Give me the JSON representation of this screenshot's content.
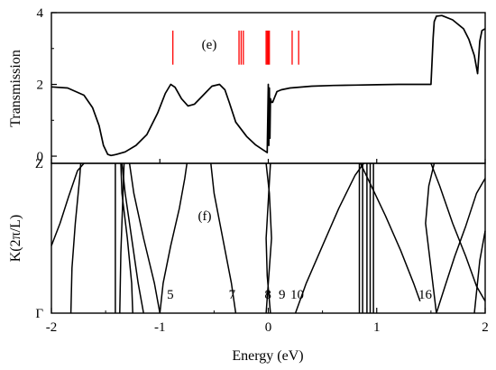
{
  "chart_data": [
    {
      "type": "line",
      "panel_label": "(e)",
      "xlim": [
        -2,
        2
      ],
      "ylim": [
        -0.2,
        4
      ],
      "ylabel": "Transmission",
      "yticks": [
        "0",
        "2",
        "4"
      ],
      "grid": false,
      "series": [
        {
          "color": "#000000",
          "x": [
            -2.0,
            -1.85,
            -1.7,
            -1.62,
            -1.56,
            -1.52,
            -1.48,
            -1.45,
            -1.4,
            -1.32,
            -1.22,
            -1.12,
            -1.02,
            -0.95,
            -0.9,
            -0.86,
            -0.8,
            -0.74,
            -0.68,
            -0.6,
            -0.52,
            -0.45,
            -0.4,
            -0.36,
            -0.3,
            -0.2,
            -0.12,
            -0.05,
            -0.01,
            0.0,
            0.005,
            0.01,
            0.015,
            0.02,
            0.03,
            0.04,
            0.06,
            0.08,
            0.12,
            0.2,
            0.4,
            0.6,
            0.8,
            1.0,
            1.2,
            1.4,
            1.5,
            1.52,
            1.53,
            1.55,
            1.6,
            1.7,
            1.8,
            1.85,
            1.9,
            1.93,
            1.95,
            1.97,
            2.0
          ],
          "y": [
            1.93,
            1.9,
            1.7,
            1.35,
            0.85,
            0.3,
            0.05,
            0.02,
            0.05,
            0.12,
            0.3,
            0.6,
            1.2,
            1.75,
            2.0,
            1.92,
            1.6,
            1.4,
            1.45,
            1.7,
            1.95,
            2.0,
            1.85,
            1.5,
            0.95,
            0.55,
            0.32,
            0.18,
            0.1,
            2.0,
            0.3,
            1.9,
            0.5,
            1.6,
            1.5,
            1.5,
            1.65,
            1.8,
            1.85,
            1.9,
            1.95,
            1.97,
            1.98,
            1.99,
            2.0,
            2.0,
            2.0,
            3.3,
            3.75,
            3.9,
            3.92,
            3.8,
            3.55,
            3.25,
            2.8,
            2.3,
            3.2,
            3.5,
            3.55
          ]
        }
      ],
      "markers": {
        "color": "#ff0000",
        "x": [
          -0.88,
          -0.27,
          -0.25,
          -0.23,
          -0.02,
          -0.01,
          0.0,
          0.01,
          0.22,
          0.28
        ],
        "y_range": [
          2.55,
          3.5
        ]
      }
    },
    {
      "type": "line",
      "panel_label": "(f)",
      "xlim": [
        -2,
        2
      ],
      "xlabel": "Energy (eV)",
      "ylabel": "K(2π/L)",
      "xticks": [
        "-2",
        "-1",
        "0",
        "1",
        "2"
      ],
      "yticks": [
        "Γ",
        "Z"
      ],
      "grid": false,
      "band_labels": [
        {
          "text": "5",
          "x": -0.97
        },
        {
          "text": "7",
          "x": -0.4
        },
        {
          "text": "8",
          "x": -0.07
        },
        {
          "text": "9",
          "x": 0.06
        },
        {
          "text": "10",
          "x": 0.2
        },
        {
          "text": "16",
          "x": 1.38
        }
      ],
      "series": [
        {
          "x": [
            -1.82,
            -1.81,
            -1.78,
            -1.74,
            -1.73
          ],
          "k": [
            0,
            0.3,
            0.6,
            0.9,
            1.0
          ]
        },
        {
          "x": [
            -2.0,
            -1.92,
            -1.84,
            -1.76,
            -1.7
          ],
          "k": [
            0.45,
            0.6,
            0.78,
            0.95,
            1.0
          ]
        },
        {
          "x": [
            -1.41,
            -1.41
          ],
          "k": [
            0,
            1
          ]
        },
        {
          "x": [
            -1.37,
            -1.36,
            -1.34,
            -1.33
          ],
          "k": [
            0,
            0.4,
            0.8,
            1.0
          ]
        },
        {
          "x": [
            -1.35,
            -1.32,
            -1.26,
            -1.2,
            -1.15
          ],
          "k": [
            1.0,
            0.8,
            0.5,
            0.2,
            0
          ]
        },
        {
          "x": [
            -1.25,
            -1.26,
            -1.3,
            -1.35,
            -1.36
          ],
          "k": [
            0,
            0.2,
            0.5,
            0.8,
            1.0
          ]
        },
        {
          "x": [
            -1.0,
            -0.97,
            -0.9,
            -0.82,
            -0.77,
            -0.75
          ],
          "k": [
            0,
            0.2,
            0.45,
            0.7,
            0.9,
            1.0
          ]
        },
        {
          "x": [
            -1.0,
            -1.05,
            -1.15,
            -1.24,
            -1.28
          ],
          "k": [
            0,
            0.2,
            0.5,
            0.8,
            1.0
          ]
        },
        {
          "x": [
            -0.53,
            -0.5,
            -0.42,
            -0.34,
            -0.3
          ],
          "k": [
            1.0,
            0.8,
            0.5,
            0.2,
            0
          ]
        },
        {
          "x": [
            -0.02,
            0.01,
            0.03,
            0.01,
            -0.02
          ],
          "k": [
            0,
            0.3,
            0.5,
            0.8,
            1.0
          ]
        },
        {
          "x": [
            0.02,
            -0.01,
            -0.02,
            0.0,
            0.02
          ],
          "k": [
            0,
            0.25,
            0.5,
            0.75,
            1.0
          ]
        },
        {
          "x": [
            0.25,
            0.35,
            0.5,
            0.65,
            0.8,
            0.88
          ],
          "k": [
            0,
            0.2,
            0.45,
            0.7,
            0.92,
            1.0
          ]
        },
        {
          "x": [
            0.84,
            0.84
          ],
          "k": [
            0,
            1
          ]
        },
        {
          "x": [
            0.87,
            0.87
          ],
          "k": [
            0,
            1
          ]
        },
        {
          "x": [
            0.91,
            0.91
          ],
          "k": [
            0,
            1
          ]
        },
        {
          "x": [
            0.94,
            0.94
          ],
          "k": [
            0,
            1
          ]
        },
        {
          "x": [
            0.97,
            0.97
          ],
          "k": [
            0,
            1
          ]
        },
        {
          "x": [
            0.85,
            0.95,
            1.08,
            1.22,
            1.34,
            1.4
          ],
          "k": [
            1.0,
            0.85,
            0.65,
            0.42,
            0.2,
            0.08
          ]
        },
        {
          "x": [
            1.55,
            1.5,
            1.45,
            1.48,
            1.53
          ],
          "k": [
            0,
            0.3,
            0.6,
            0.85,
            1.0
          ]
        },
        {
          "x": [
            1.55,
            1.63,
            1.72,
            1.82,
            1.92,
            2.0
          ],
          "k": [
            0,
            0.18,
            0.38,
            0.58,
            0.8,
            0.9
          ]
        },
        {
          "x": [
            1.5,
            1.58,
            1.7,
            1.82,
            1.92,
            2.0
          ],
          "k": [
            1.0,
            0.85,
            0.6,
            0.38,
            0.18,
            0.08
          ]
        },
        {
          "x": [
            1.9,
            1.95,
            2.0
          ],
          "k": [
            0,
            0.35,
            0.55
          ]
        }
      ]
    }
  ]
}
